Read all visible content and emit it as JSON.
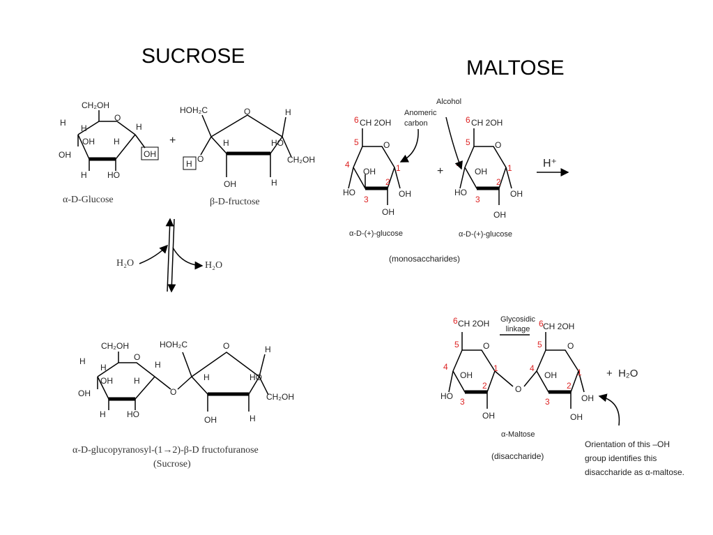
{
  "titles": {
    "sucrose": "SUCROSE",
    "maltose": "MALTOSE"
  },
  "sucrose": {
    "glucose_label": "α-D-Glucose",
    "fructose_label": "β-D-fructose",
    "plus": "+",
    "water_in": "H₂O",
    "water_out": "H₂O",
    "product_name": "α-D-glucopyranosyl-(1→2)-β-D fructofuranose",
    "product_common": "(Sucrose)"
  },
  "maltose": {
    "anomeric_carbon": "Anomeric carbon",
    "alcohol": "Alcohol",
    "catalyst": "H⁺",
    "glucose1_label": "α-D-(+)-glucose",
    "glucose2_label": "α-D-(+)-glucose",
    "monosaccharides": "(monosaccharides)",
    "glycosidic_linkage": "Glycosidic linkage",
    "plus_water": "+  H₂O",
    "product_label": "α-Maltose",
    "disaccharide": "(disaccharide)",
    "note_line1": "Orientation of this –OH",
    "note_line2": "group identifies this",
    "note_line3": "disaccharide as α-maltose."
  }
}
